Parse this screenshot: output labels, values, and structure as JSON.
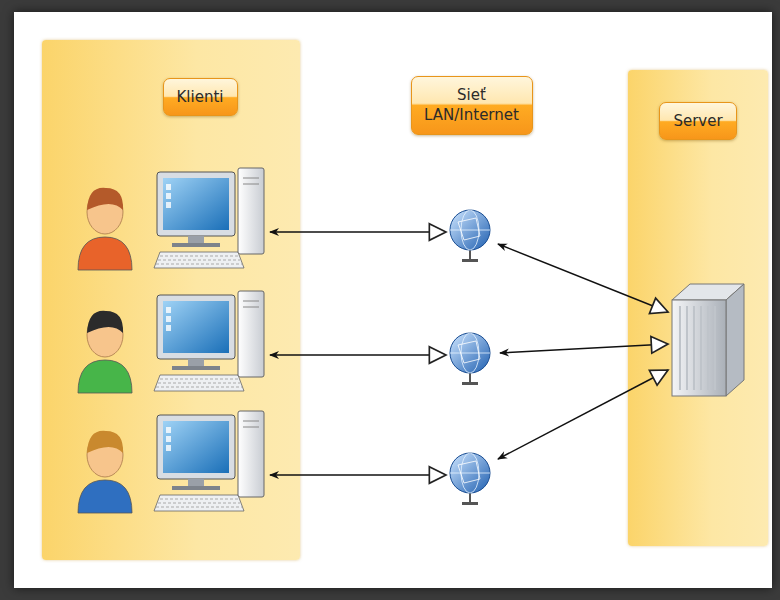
{
  "diagram": {
    "nodes": [
      {
        "text": [
          "Klienti"
        ]
      },
      {
        "text": [
          "Sieť LAN/Internet"
        ]
      },
      {
        "text": [
          "Server"
        ]
      }
    ]
  }
}
